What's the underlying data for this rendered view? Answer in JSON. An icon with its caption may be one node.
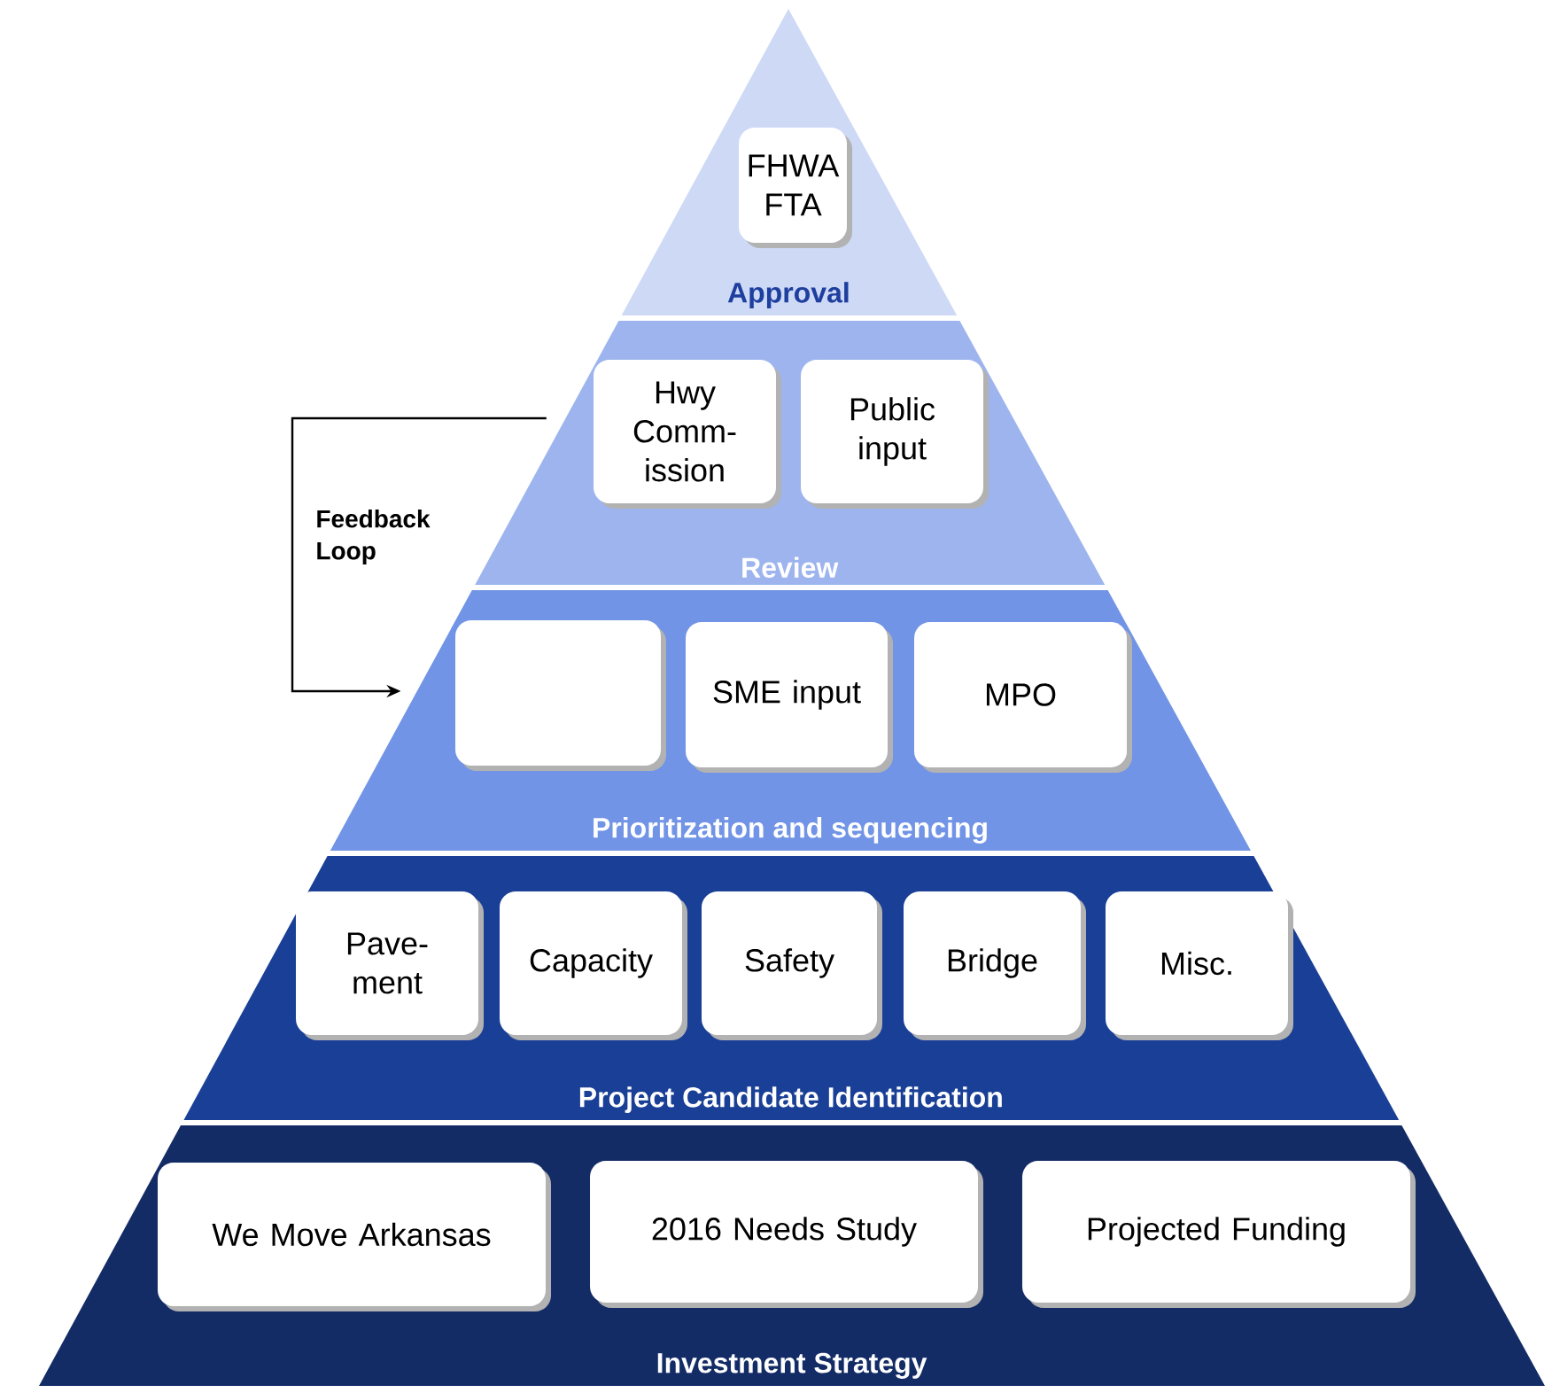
{
  "diagram": {
    "nodes": [
      {
        "text": [
          "Approval"
        ]
      },
      {
        "text": [
          "FHWA FTA"
        ],
        "in": 0
      },
      {
        "text": [
          "Review"
        ]
      },
      {
        "text": [
          "Hwy Comm- ission"
        ],
        "in": 2
      },
      {
        "text": [
          "Public input"
        ],
        "in": 2
      },
      {
        "text": [
          "Prioritization and sequencing"
        ]
      },
      {
        "text": [],
        "shape": "box",
        "in": 5
      },
      {
        "text": [
          "SME input"
        ],
        "in": 5
      },
      {
        "text": [
          "MPO"
        ],
        "in": 5
      },
      {
        "text": [
          "Project Candidate Identification"
        ]
      },
      {
        "text": [
          "Pave- ment"
        ],
        "in": 9
      },
      {
        "text": [
          "Capacity"
        ],
        "in": 9
      },
      {
        "text": [
          "Safety"
        ],
        "in": 9
      },
      {
        "text": [
          "Bridge"
        ],
        "in": 9
      },
      {
        "text": [
          "Misc."
        ],
        "in": 9
      },
      {
        "text": [
          "Investment Strategy"
        ]
      },
      {
        "text": [
          "We Move Arkansas"
        ],
        "in": 15
      },
      {
        "text": [
          "2016 Needs Study"
        ],
        "in": 15
      },
      {
        "text": [
          "Projected Funding"
        ],
        "in": 15
      }
    ],
    "edges": [
      {
        "from": 2,
        "to": 5,
        "arrow": "to",
        "label": "Feedback Loop"
      }
    ]
  }
}
